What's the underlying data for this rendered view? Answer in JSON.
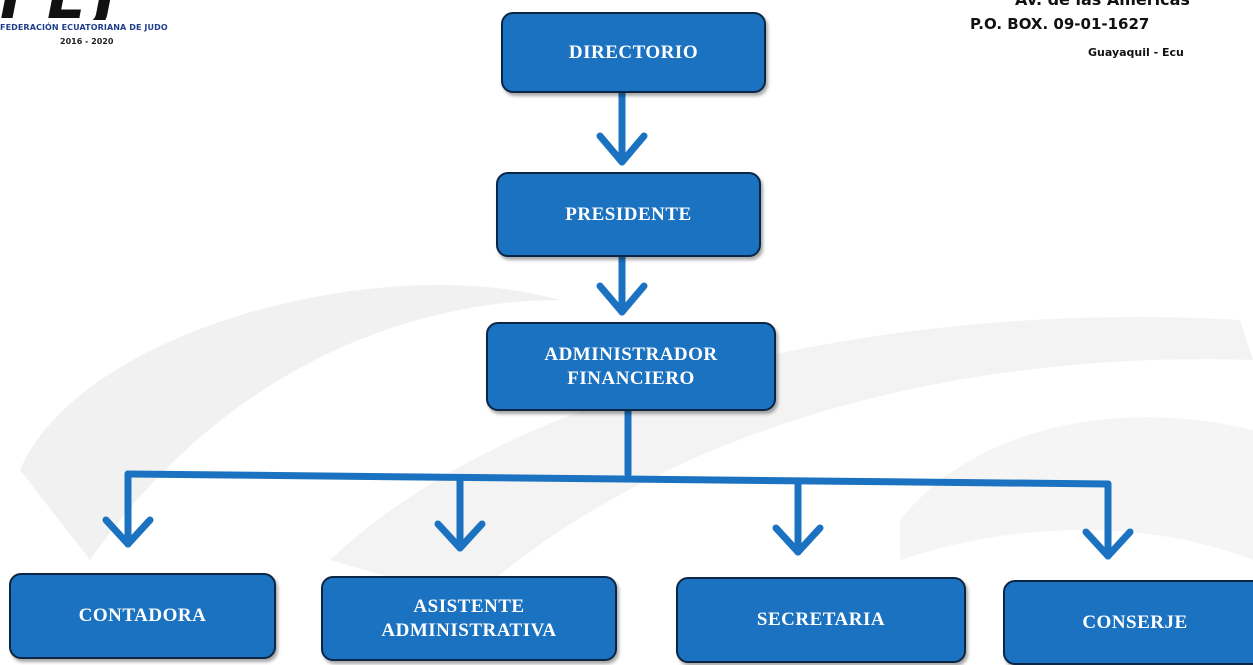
{
  "header": {
    "logo_mark": "FEJ",
    "federation_name": "FEDERACIÓN ECUATORIANA DE JUDO",
    "period": "2016 - 2020",
    "address_line1": "Av. de las Américas",
    "address_line2": "P.O. BOX. 09-01-1627",
    "address_line3": "Guayaquil - Ecu"
  },
  "org_chart": {
    "directorio": "DIRECTORIO",
    "presidente": "PRESIDENTE",
    "administrador": [
      "ADMINISTRADOR",
      "FINANCIERO"
    ],
    "contadora": "CONTADORA",
    "asistente": [
      "ASISTENTE",
      "ADMINISTRATIVA"
    ],
    "secretaria": "SECRETARIA",
    "conserje": "CONSERJE"
  },
  "colors": {
    "box_fill": "#1b72c0",
    "box_border": "#0b2644",
    "connector": "#1b72c0"
  },
  "icons": {
    "arrow": "down-chevron-arrow",
    "watermark": "curved-swoosh-watermark"
  }
}
